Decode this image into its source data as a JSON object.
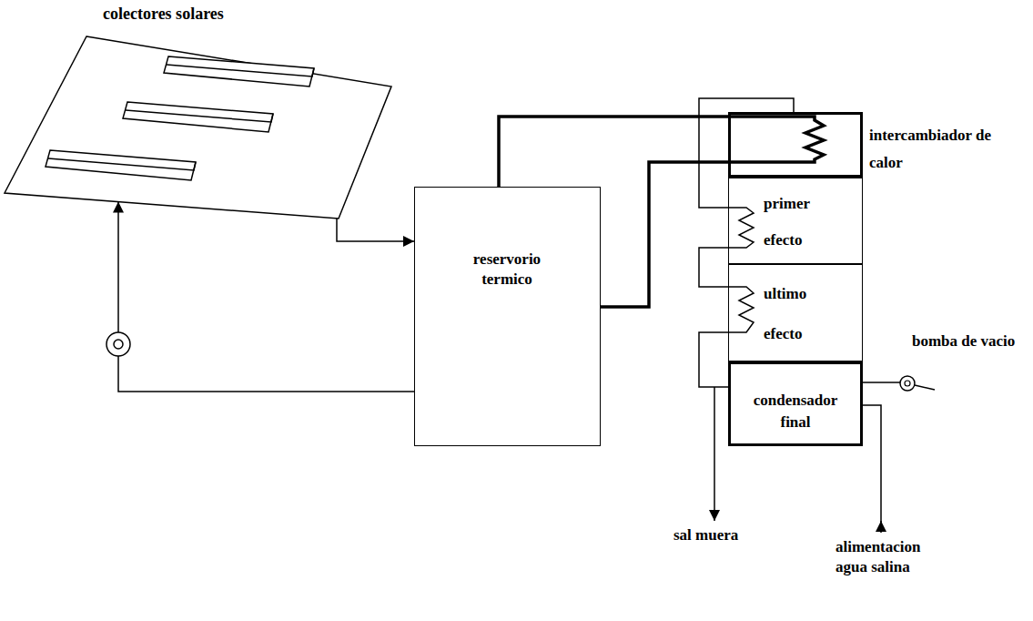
{
  "diagram": {
    "nodes": [
      {
        "text": [
          "colectores solares"
        ]
      },
      {
        "text": [
          "reservorio termico"
        ]
      },
      {
        "text": [
          "intercambiador de calor"
        ]
      },
      {
        "text": [
          "primer efecto"
        ]
      },
      {
        "text": [
          "ultimo efecto"
        ]
      },
      {
        "text": [
          "condensador final"
        ]
      }
    ],
    "edges": [
      {
        "from": 0,
        "to": 1,
        "arrow": "to"
      },
      {
        "from": 1,
        "to": 0,
        "arrow": "to"
      },
      {
        "from": 1,
        "to": 2,
        "arrow": "none"
      },
      {
        "from": 1,
        "to": 2,
        "arrow": "none"
      },
      {
        "from": 2,
        "to": 3,
        "arrow": "none"
      },
      {
        "from": 3,
        "to": 4,
        "arrow": "none"
      },
      {
        "from": 4,
        "to": 5,
        "arrow": "none"
      }
    ],
    "labels": [
      "bomba de vacio",
      "sal muera",
      "alimentacion agua salina"
    ]
  }
}
